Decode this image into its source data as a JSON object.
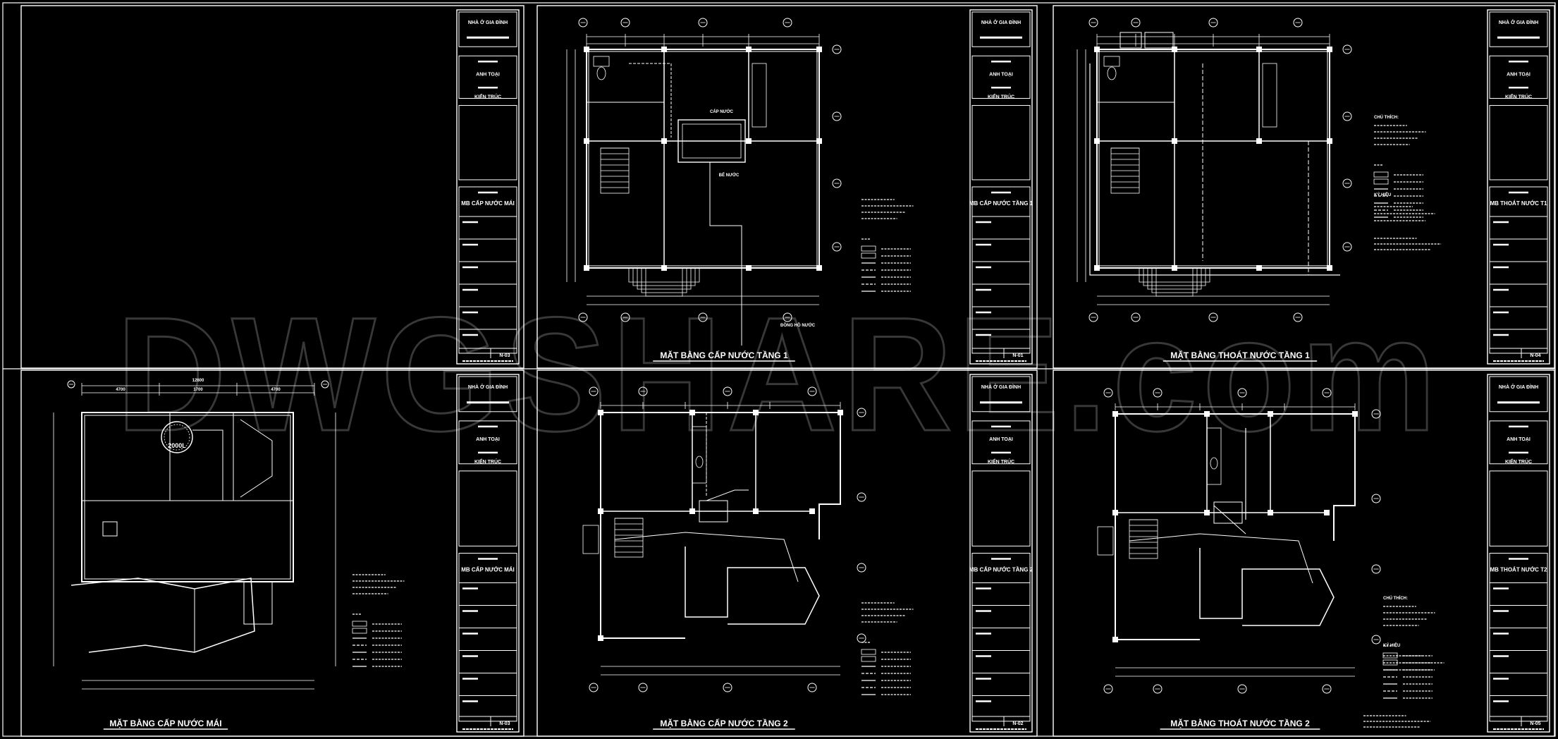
{
  "watermark": "DWGSHARE.com",
  "sheets": [
    {
      "title": "",
      "titleblock": {
        "project": "NHÀ Ở GIA ĐÌNH",
        "owner": "ANH TOẠI",
        "role": "KIẾN TRÚC",
        "sheet_name": "MB CẤP NƯỚC MÁI",
        "code": "N-03"
      }
    },
    {
      "title": "MẶT BẰNG CẤP NƯỚC TẦNG 1",
      "titleblock": {
        "project": "NHÀ Ở GIA ĐÌNH",
        "owner": "ANH TOẠI",
        "role": "KIẾN TRÚC",
        "sheet_name": "MB CẤP NƯỚC TẦNG 1",
        "code": "N-01"
      },
      "callouts": [
        "CẤP NƯỚC",
        "BỂ NƯỚC",
        "ĐỒNG HỒ NƯỚC"
      ]
    },
    {
      "title": "MẶT BẰNG THOÁT NƯỚC TẦNG 1",
      "titleblock": {
        "project": "NHÀ Ở GIA ĐÌNH",
        "owner": "ANH TOẠI",
        "role": "KIẾN TRÚC",
        "sheet_name": "MB THOÁT NƯỚC T1",
        "code": "N-04"
      },
      "legend_heads": [
        "CHÚ THÍCH:",
        "KÝ HIỆU"
      ]
    },
    {
      "title": "MẶT BẰNG CẤP NƯỚC MÁI",
      "tank_label": "2000L",
      "titleblock": {
        "project": "NHÀ Ở GIA ĐÌNH",
        "owner": "ANH TOẠI",
        "role": "KIẾN TRÚC",
        "sheet_name": "MB CẤP NƯỚC MÁI",
        "code": "N-03"
      },
      "dims_top": [
        "4700",
        "1700",
        "4700"
      ],
      "dim_overall": "12600"
    },
    {
      "title": "MẶT BẰNG CẤP NƯỚC TẦNG 2",
      "titleblock": {
        "project": "NHÀ Ở GIA ĐÌNH",
        "owner": "ANH TOẠI",
        "role": "KIẾN TRÚC",
        "sheet_name": "MB CẤP NƯỚC TẦNG 2",
        "code": "N-02"
      }
    },
    {
      "title": "MẶT BẰNG THOÁT  NƯỚC TẦNG 2",
      "titleblock": {
        "project": "NHÀ Ở GIA ĐÌNH",
        "owner": "ANH TOẠI",
        "role": "KIẾN TRÚC",
        "sheet_name": "MB THOÁT NƯỚC T2",
        "code": "N-05"
      },
      "legend_heads": [
        "CHÚ THÍCH:",
        "KÝ HIỆU"
      ]
    }
  ],
  "colors": {
    "line": "#ffffff",
    "background": "#000000"
  }
}
